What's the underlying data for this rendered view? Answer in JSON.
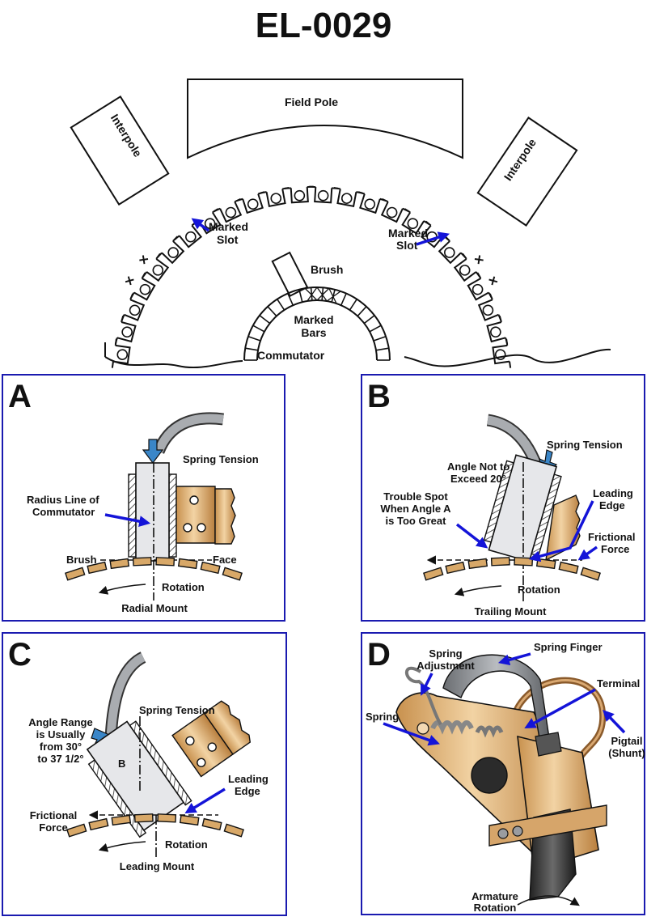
{
  "title": "EL-0029",
  "top_diagram": {
    "field_pole": "Field Pole",
    "interpole_left": "Interpole",
    "interpole_right": "Interpole",
    "marked_slot_left": [
      "Marked",
      "Slot"
    ],
    "marked_slot_right": [
      "Marked",
      "Slot"
    ],
    "brush": "Brush",
    "marked_bars": [
      "Marked",
      "Bars"
    ],
    "commutator": "Commutator",
    "slot_mark_symbol": "×"
  },
  "panels": {
    "A": {
      "letter": "A",
      "spring_tension": "Spring Tension",
      "radius_line": [
        "Radius Line of",
        "Commutator"
      ],
      "brush": "Brush",
      "face": "Face",
      "rotation": "Rotation",
      "caption": "Radial Mount"
    },
    "B": {
      "letter": "B",
      "spring_tension": "Spring Tension",
      "angle_note": [
        "Angle Not to",
        "Exceed 20°"
      ],
      "trouble_spot": [
        "Trouble Spot",
        "When Angle A",
        "is Too Great"
      ],
      "leading_edge": [
        "Leading",
        "Edge"
      ],
      "frictional_force": [
        "Frictional",
        "Force"
      ],
      "rotation": "Rotation",
      "caption": "Trailing Mount"
    },
    "C": {
      "letter": "C",
      "spring_tension": "Spring Tension",
      "angle_range": [
        "Angle Range",
        "is Usually",
        "from 30°",
        "to 37 1/2°"
      ],
      "angle_symbol": "B",
      "leading_edge": [
        "Leading",
        "Edge"
      ],
      "frictional_force": [
        "Frictional",
        "Force"
      ],
      "rotation": "Rotation",
      "caption": "Leading Mount"
    },
    "D": {
      "letter": "D",
      "spring_adjustment": [
        "Spring",
        "Adjustment"
      ],
      "spring_finger": "Spring Finger",
      "terminal": "Terminal",
      "spring": "Spring",
      "pigtail": [
        "Pigtail",
        "(Shunt)"
      ],
      "armature_rotation": [
        "Armature",
        "Rotation"
      ]
    }
  },
  "colors": {
    "frame": "#1a1ab0",
    "callout_arrow": "#1414d8",
    "copper": "#d8a868",
    "carbon": "#e6e7ea",
    "tension_arrow": "#3a86c8"
  }
}
